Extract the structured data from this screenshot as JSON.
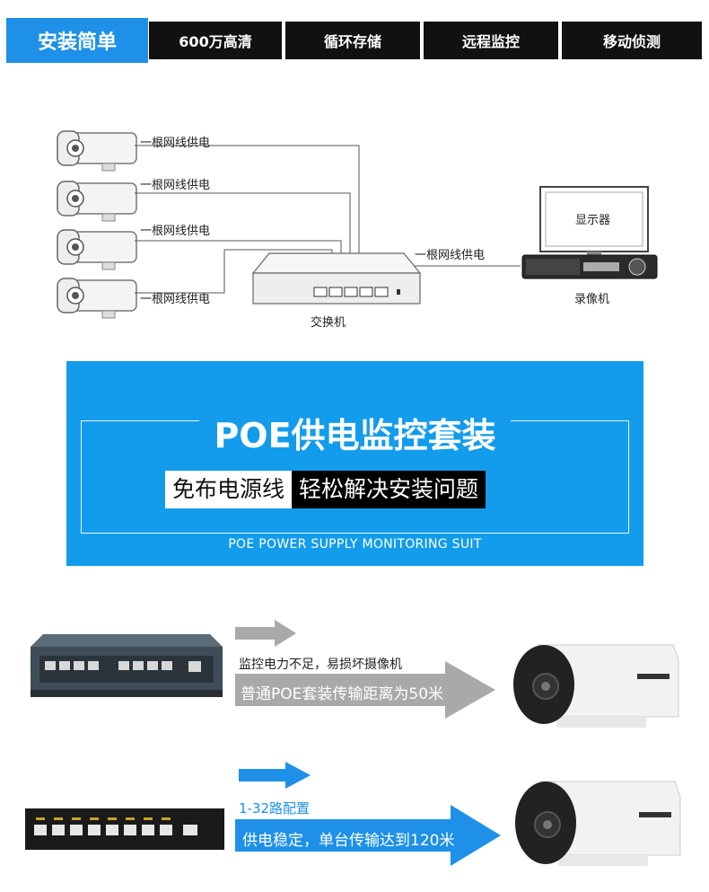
{
  "tabs": {
    "active": "安装简单",
    "items": [
      "600万高清",
      "循环存储",
      "远程监控",
      "移动侦测"
    ]
  },
  "diagram": {
    "camera_cable_labels": [
      "一根网线供电",
      "一根网线供电",
      "一根网线供电",
      "一根网线供电"
    ],
    "switch_label": "交换机",
    "nvr_cable_label": "一根网线供电",
    "monitor_label": "显示器",
    "nvr_label": "录像机"
  },
  "banner": {
    "title": "POE供电监控套装",
    "subtitle_left": "免布电源线",
    "subtitle_right": "轻松解决安装问题",
    "english": "POE POWER SUPPLY MONITORING SUIT"
  },
  "comparison": {
    "normal": {
      "note": "监控电力不足，易损坏摄像机",
      "arrow_text": "普通POE套装传输距离为50米"
    },
    "ours": {
      "note": "1-32路配置",
      "arrow_text": "供电稳定，单台传输达到120米"
    }
  },
  "colors": {
    "accent_blue": "#1e90e8",
    "banner_blue": "#139ceb",
    "tab_black": "#111111",
    "gray_arrow": "#a9a9a9"
  }
}
